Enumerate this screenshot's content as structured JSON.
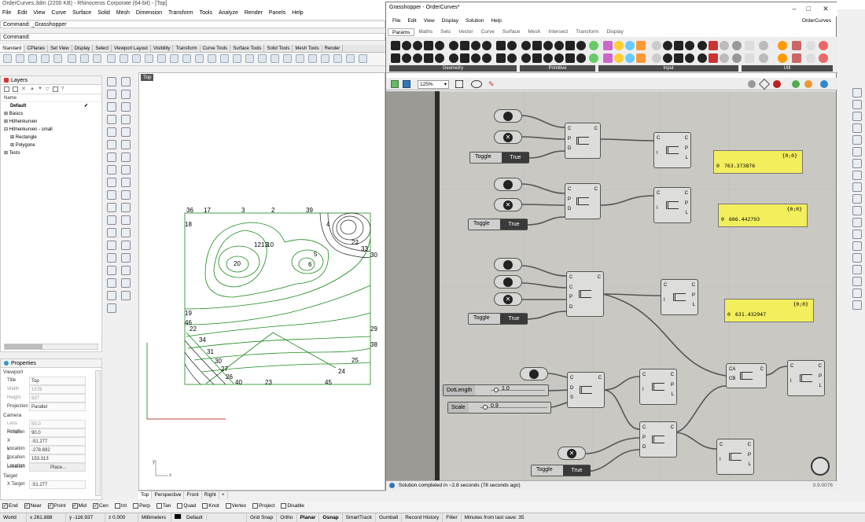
{
  "rhino": {
    "title": "OrderCurves.3dm (2200 KB) - Rhinoceros Corporate (64-bit) - [Top]",
    "menu": [
      "File",
      "Edit",
      "View",
      "Curve",
      "Surface",
      "Solid",
      "Mesh",
      "Dimension",
      "Transform",
      "Tools",
      "Analyze",
      "Render",
      "Panels",
      "Help"
    ],
    "command_history": "Command: _Grasshopper",
    "command_prompt": "Command:",
    "toolbar_tabs": [
      "Standard",
      "CPlanes",
      "Set View",
      "Display",
      "Select",
      "Viewport Layout",
      "Visibility",
      "Transform",
      "Curve Tools",
      "Surface Tools",
      "Solid Tools",
      "Mesh Tools",
      "Render"
    ],
    "layers": {
      "panel_title": "Layers",
      "column_header": "Name",
      "items": [
        "Default",
        "Basics",
        "Höhenkurven",
        "Höhenkurven - small",
        "Rectangle",
        "Polygone",
        "Tests"
      ],
      "current_mark": "✔"
    },
    "properties": {
      "panel_title": "Properties",
      "section_viewport": "Viewport",
      "rows_viewport": [
        {
          "k": "Title",
          "v": "Top"
        },
        {
          "k": "Width",
          "v": "1578"
        },
        {
          "k": "Height",
          "v": "927"
        },
        {
          "k": "Projection",
          "v": "Parallel"
        }
      ],
      "section_camera": "Camera",
      "rows_camera": [
        {
          "k": "Lens Length",
          "v": "50.0"
        },
        {
          "k": "Rotation",
          "v": "90.0"
        },
        {
          "k": "X Location",
          "v": "-51.277"
        },
        {
          "k": "Y Location",
          "v": "-278.692"
        },
        {
          "k": "Z Location",
          "v": "153.313"
        },
        {
          "k": "Location",
          "v": "Place..."
        }
      ],
      "section_target": "Target",
      "rows_target": [
        {
          "k": "X Target",
          "v": "-51.277"
        }
      ]
    },
    "viewport": {
      "label": "Top",
      "labels": [
        {
          "t": "36"
        },
        {
          "t": "17"
        },
        {
          "t": "3"
        },
        {
          "t": "2"
        },
        {
          "t": "39"
        },
        {
          "t": "18"
        },
        {
          "t": "4"
        },
        {
          "t": "12"
        },
        {
          "t": "13"
        },
        {
          "t": "10"
        },
        {
          "t": "5"
        },
        {
          "t": "20"
        },
        {
          "t": "6"
        },
        {
          "t": "22"
        },
        {
          "t": "33"
        },
        {
          "t": "30"
        },
        {
          "t": "19"
        },
        {
          "t": "46"
        },
        {
          "t": "22"
        },
        {
          "t": "29"
        },
        {
          "t": "34"
        },
        {
          "t": "31"
        },
        {
          "t": "38"
        },
        {
          "t": "30"
        },
        {
          "t": "25"
        },
        {
          "t": "27"
        },
        {
          "t": "24"
        },
        {
          "t": "26"
        },
        {
          "t": "23"
        },
        {
          "t": "40"
        },
        {
          "t": "45"
        }
      ],
      "axis_x": "x",
      "axis_y": "y"
    },
    "view_tabs": [
      "Top",
      "Perspective",
      "Front",
      "Right",
      "+"
    ],
    "snaps": [
      "End",
      "Near",
      "Point",
      "Mid",
      "Cen",
      "Int",
      "Perp",
      "Tan",
      "Quad",
      "Knot",
      "Vertex",
      "Project",
      "Disable"
    ],
    "snaps_checked": [
      true,
      true,
      true,
      true,
      true,
      false,
      false,
      false,
      false,
      false,
      false,
      false,
      false
    ],
    "status": {
      "cplane": "World",
      "x": "x 261.888",
      "y": "y -116.937",
      "z": "z 0.000",
      "units": "Millimeters",
      "layer": "Default",
      "toggles": [
        "Grid Snap",
        "Ortho",
        "Planar",
        "Osnap",
        "SmartTrack",
        "Gumball",
        "Record History",
        "Filter"
      ],
      "toggles_bold": [
        false,
        false,
        true,
        true,
        false,
        false,
        false,
        false
      ],
      "autosave": "Minutes from last save: 35"
    }
  },
  "grasshopper": {
    "title": "Grasshopper - OrderCurves*",
    "doc_name": "OrderCurves",
    "menu": [
      "File",
      "Edit",
      "View",
      "Display",
      "Solution",
      "Help"
    ],
    "tabs": [
      "Params",
      "Maths",
      "Sets",
      "Vector",
      "Curve",
      "Surface",
      "Mesh",
      "Intersect",
      "Transform",
      "Display"
    ],
    "groups": [
      "Geometry",
      "Primitive",
      "Input",
      "Util"
    ],
    "zoom": "125%",
    "toggles": [
      {
        "label": "Toggle",
        "value": "True"
      },
      {
        "label": "Toggle",
        "value": "True"
      },
      {
        "label": "Toggle",
        "value": "True"
      },
      {
        "label": "Toggle",
        "value": "True"
      }
    ],
    "sliders": [
      {
        "label": "DotLength",
        "value": "1.0"
      },
      {
        "label": "Scale",
        "value": "0.9"
      }
    ],
    "panels": [
      {
        "path": "{0;0}",
        "index": "0",
        "value": "763.373876"
      },
      {
        "path": "{0;0}",
        "index": "0",
        "value": "606.442793"
      },
      {
        "path": "{0;0}",
        "index": "0",
        "value": "631.432947"
      }
    ],
    "ports": {
      "c": "C",
      "d": "D",
      "p": "P",
      "l": "L",
      "i": "I",
      "s": "S",
      "ca": "CA",
      "cb": "CB"
    },
    "status_text": "Solution completed in ~2.8 seconds (78 seconds ago)",
    "version": "0.9.0076"
  },
  "colors": {
    "panel_yellow": "#f3ee5c",
    "canvas": "#c9c8c2",
    "contour_green": "#1a8a1a"
  }
}
